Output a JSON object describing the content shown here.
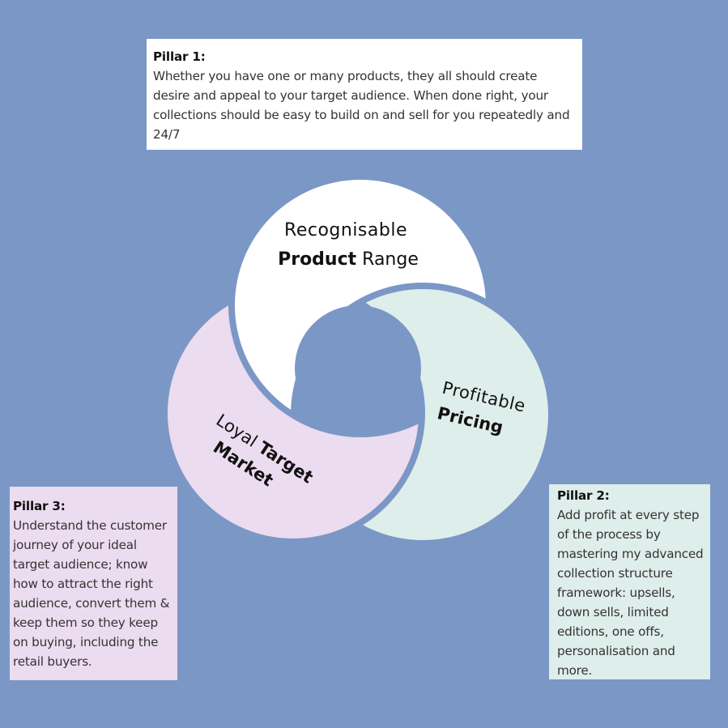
{
  "colors": {
    "background": "#7b97c6",
    "product": "#ffffff",
    "pricing": "#deeeea",
    "market": "#ecdcef",
    "text": "#111111"
  },
  "diagram": {
    "segments": [
      {
        "id": "product",
        "line1": "Recognisable",
        "line2_bold": "Product",
        "line2_rest": " Range"
      },
      {
        "id": "pricing",
        "line1": "Profitable",
        "line2_bold": "Pricing"
      },
      {
        "id": "market",
        "line1_light": "Loyal ",
        "line1_bold": "Target",
        "line2_bold": "Market"
      }
    ]
  },
  "pillars": [
    {
      "title": "Pillar 1:",
      "body": "Whether you have one or many products, they all should create desire and appeal to your target audience. When done right, your collections should be easy to build on and sell for you repeatedly and 24/7"
    },
    {
      "title": "Pillar 2:",
      "body": "Add profit at every step of the process by mastering my advanced collection structure framework: upsells, down sells, limited editions, one offs, personalisation and more."
    },
    {
      "title": "Pillar 3:",
      "body": "Understand the customer journey of your ideal target audience; know how to attract the right audience, convert them & keep them so they keep on buying, including the retail buyers."
    }
  ]
}
